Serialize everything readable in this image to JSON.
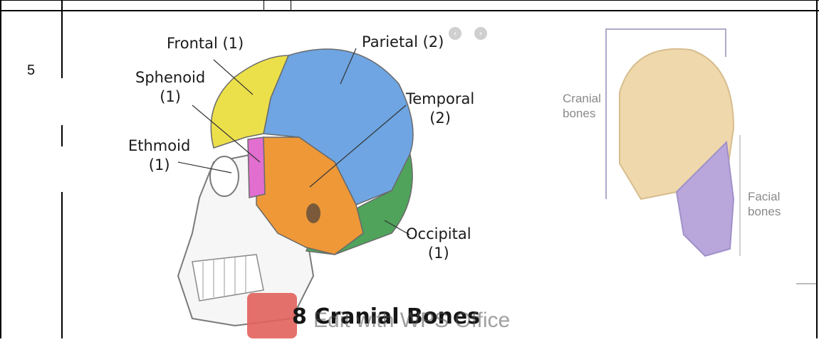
{
  "table": {
    "row_number": "5"
  },
  "skull_figure": {
    "labels": {
      "frontal": "Frontal (1)",
      "parietal": "Parietal (2)",
      "sphenoid_1": "Sphenoid",
      "sphenoid_2": "(1)",
      "temporal_1": "Temporal",
      "temporal_2": "(2)",
      "ethmoid_1": "Ethmoid",
      "ethmoid_2": "(1)",
      "occipital_1": "Occipital",
      "occipital_2": "(1)"
    },
    "nav_prev": "‹",
    "nav_next": "›",
    "colors": {
      "frontal": "#ece04a",
      "parietal": "#6ea5e2",
      "sphenoid": "#e26ed0",
      "temporal": "#ee9838",
      "ethmoid": "#e0242a",
      "occipital": "#4fa35b",
      "facial": "#f4f4f4"
    }
  },
  "caption": "8 Cranial Bones",
  "watermark": {
    "text": "Edit with WPS Office",
    "logo_color": "#e2625c"
  },
  "side_figure": {
    "cranial_label_1": "Cranial",
    "cranial_label_2": "bones",
    "facial_label_1": "Facial",
    "facial_label_2": "bones"
  }
}
